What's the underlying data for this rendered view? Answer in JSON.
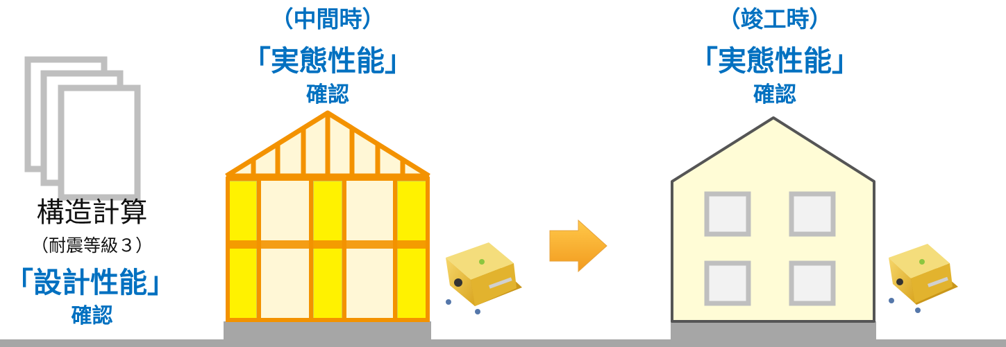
{
  "left": {
    "structure_calc": "構造計算",
    "seismic_grade": "（耐震等級３）",
    "design_perf": "「設計性能」",
    "confirm": "確認"
  },
  "middle": {
    "stage": "（中間時）",
    "actual_perf": "「実態性能」",
    "confirm": "確認"
  },
  "right": {
    "stage": "（竣工時）",
    "actual_perf": "「実態性能」",
    "confirm": "確認"
  },
  "colors": {
    "accent_blue": "#0070C0",
    "frame_orange": "#F39200",
    "panel_yellow": "#FFF200",
    "wall_cream": "#FFFBD9",
    "ground_gray": "#A6A6A6",
    "arrow_orange": "#F5A623"
  }
}
